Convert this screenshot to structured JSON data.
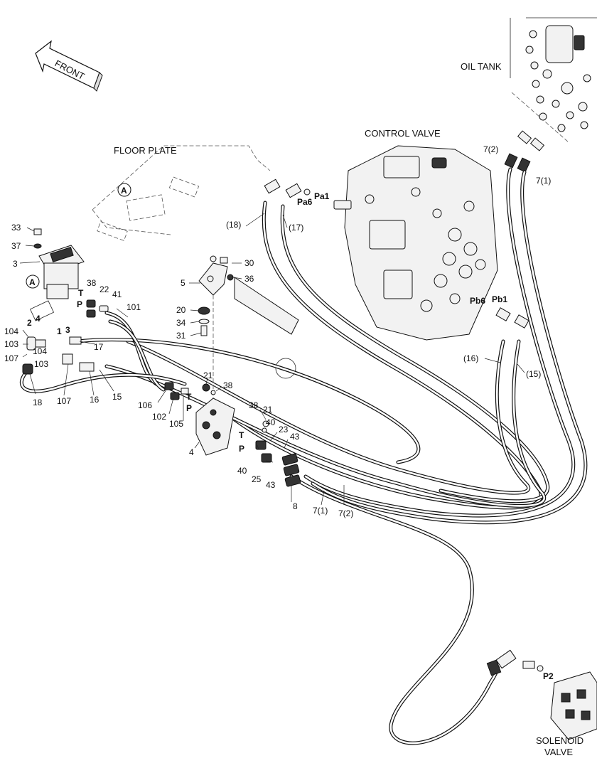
{
  "titles": {
    "front": "FRONT",
    "floor_plate": "FLOOR PLATE",
    "control_valve": "CONTROL VALVE",
    "oil_tank": "OIL TANK",
    "solenoid_valve_line1": "SOLENOID",
    "solenoid_valve_line2": "VALVE"
  },
  "ref_marks": {
    "a_top": "A",
    "a_left": "A"
  },
  "ports": {
    "pa6": "Pa6",
    "pa1": "Pa1",
    "pb6": "Pb6",
    "pb1": "Pb1",
    "p2": "P2",
    "t_pedal": "T",
    "p_pedal": "P",
    "t_block_a": "T",
    "p_block_a": "P",
    "t_block_b": "T",
    "p_block_b": "P"
  },
  "callouts": {
    "c33": "33",
    "c37": "37",
    "c3a": "3",
    "c38a": "38",
    "c22": "22",
    "c41": "41",
    "c101": "101",
    "c17": "17",
    "c2": "2",
    "c4": "4",
    "c1": "1",
    "c3b": "3",
    "c104a": "104",
    "c103a": "103",
    "c104b": "104",
    "c107a": "107",
    "c103b": "103",
    "c18": "18",
    "c107b": "107",
    "c16": "16",
    "c15": "15",
    "c5": "5",
    "c30": "30",
    "c36": "36",
    "c20": "20",
    "c34": "34",
    "c31": "31",
    "c21a": "21",
    "c38b": "38",
    "c106": "106",
    "c102": "102",
    "c105": "105",
    "c4b": "4",
    "c38c": "38",
    "c21b": "21",
    "c40a": "40",
    "c23": "23",
    "c43a": "43",
    "c40b": "40",
    "c25": "25",
    "c43b": "43",
    "c8": "8",
    "c7_1a": "7(1)",
    "c7_2a": "7(2)",
    "c18p": "(18)",
    "c17p": "(17)",
    "c16p": "(16)",
    "c15p": "(15)",
    "c7_2b": "7(2)",
    "c7_1b": "7(1)"
  }
}
